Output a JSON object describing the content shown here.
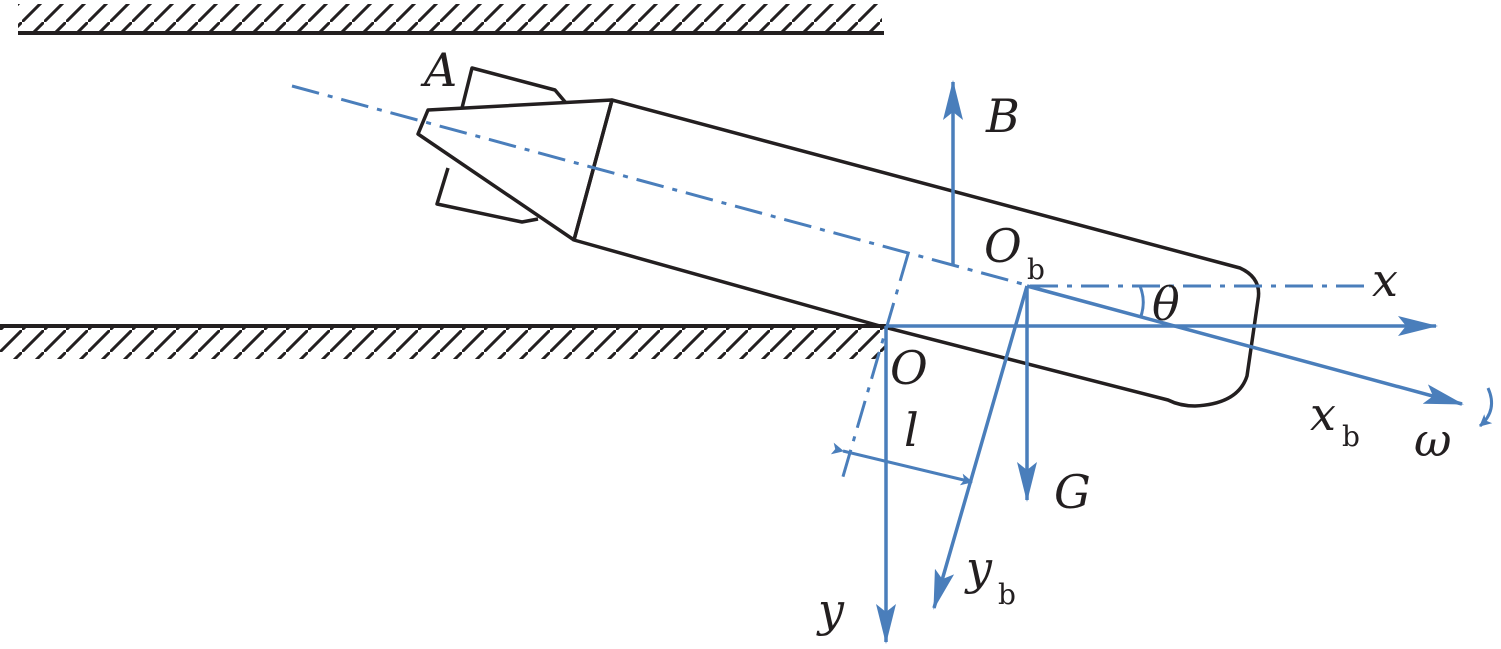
{
  "labels": {
    "A": "A",
    "B": "B",
    "O_b_main": "O",
    "O_b_sub": "b",
    "x": "x",
    "theta": "θ",
    "O": "O",
    "x_b_main": "x",
    "x_b_sub": "b",
    "omega": "ω",
    "l": "l",
    "G": "G",
    "y_b_main": "y",
    "y_b_sub": "b",
    "y": "y"
  },
  "colors": {
    "body": "#231f20",
    "vector": "#4a7ebb"
  }
}
